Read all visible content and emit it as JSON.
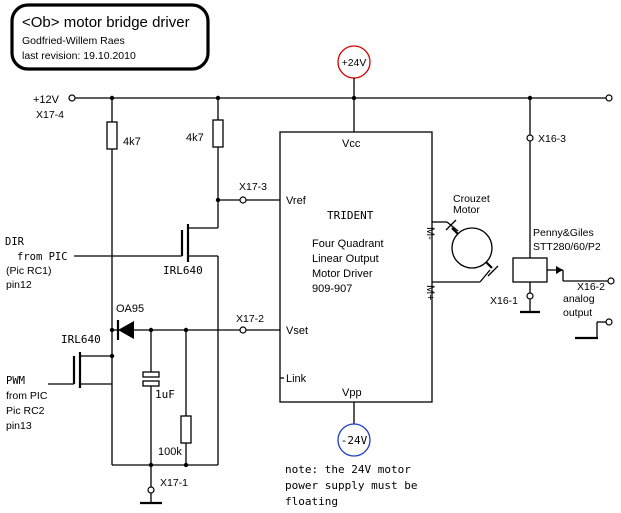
{
  "title_box": {
    "title": "<Ob> motor bridge driver",
    "author": "Godfried-Willem Raes",
    "revision": "last revision: 19.10.2010"
  },
  "supplies": {
    "plus24": "+24V",
    "minus24": "-24V",
    "plus12": "+12V",
    "x17_4": "X17-4"
  },
  "components": {
    "r1": "4k7",
    "r2": "4k7",
    "r100k": "100k",
    "cap": "1uF",
    "diode": "OA95",
    "mosfet_dir": "IRL640",
    "mosfet_pwm": "IRL640"
  },
  "connectors": {
    "x17_3": "X17-3",
    "x17_2": "X17-2",
    "x17_1": "X17-1",
    "x16_3": "X16-3",
    "x16_1": "X16-1",
    "x16_2": "X16-2"
  },
  "inputs": {
    "dir": [
      "DIR",
      "from PIC",
      "(Pic RC1)",
      "pin12"
    ],
    "pwm": [
      "PWM",
      "from PIC",
      "Pic RC2",
      "pin13"
    ]
  },
  "ic": {
    "vcc": "Vcc",
    "vpp": "Vpp",
    "vref": "Vref",
    "vset": "Vset",
    "link": "Link",
    "m_minus": "M-",
    "m_plus": "M+",
    "name": "TRIDENT",
    "desc": [
      "Four Quadrant",
      "Linear Output",
      "Motor Driver",
      "909-907"
    ]
  },
  "motor": {
    "label": [
      "Crouzet",
      "Motor"
    ]
  },
  "sensor": {
    "label": [
      "Penny&Giles",
      "STT280/60/P2"
    ],
    "output": [
      "analog",
      "output"
    ]
  },
  "note": [
    "note: the 24V motor",
    "power supply must be",
    "floating"
  ]
}
